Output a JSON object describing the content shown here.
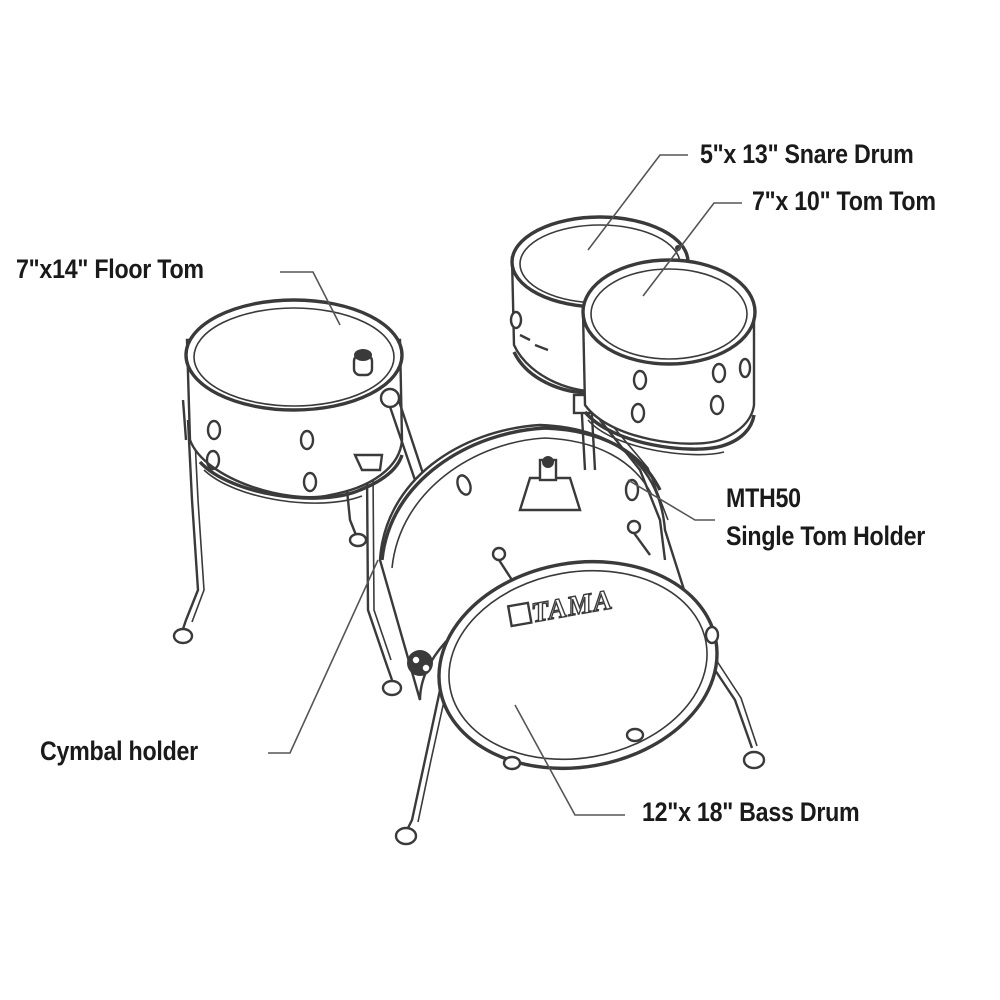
{
  "diagram": {
    "title": "Drum kit component diagram",
    "brand_logo_text": "TAMA",
    "colors": {
      "background": "#ffffff",
      "ink": "#3a3a3a",
      "label_text": "#1a1a1a",
      "leader": "#555555"
    },
    "labels": {
      "snare_drum": "5\"x 13\" Snare Drum",
      "tom_tom": "7\"x 10\" Tom Tom",
      "floor_tom": "7\"x14\" Floor Tom",
      "tom_holder_model": "MTH50",
      "tom_holder_name": "Single Tom Holder",
      "cymbal_holder": "Cymbal holder",
      "bass_drum": "12\"x 18\" Bass Drum"
    }
  }
}
